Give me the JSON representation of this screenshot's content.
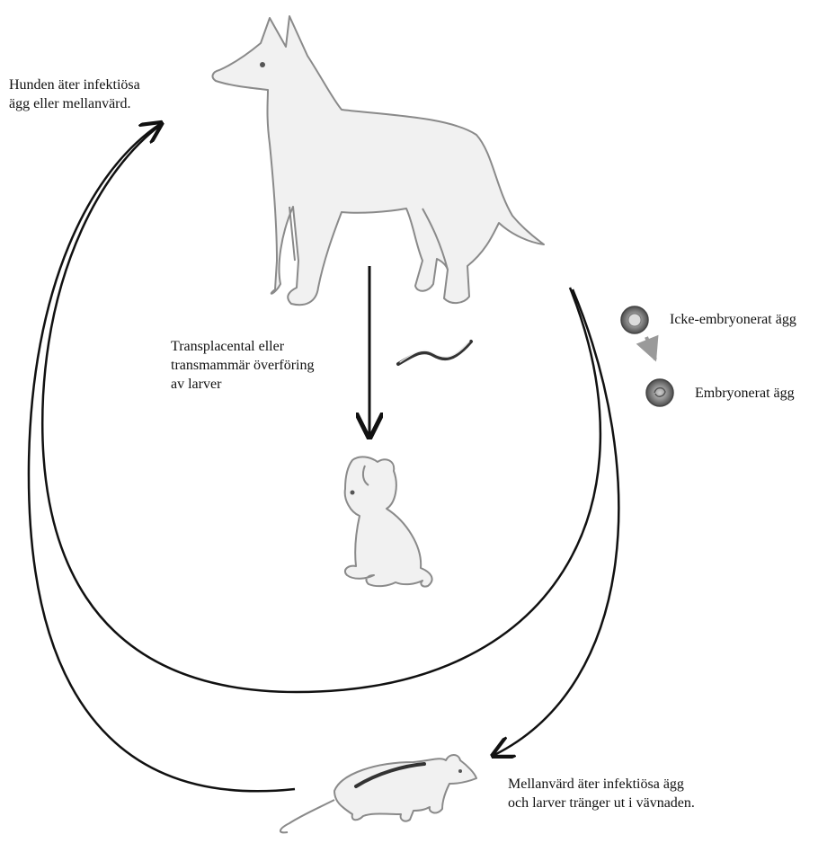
{
  "labels": {
    "dog_eats": [
      "Hunden äter infektiösa",
      "ägg eller mellanvärd."
    ],
    "transfer": [
      "Transplacental eller",
      "transmammär överföring",
      "av larver"
    ],
    "egg_unembryonated": "Icke-embryonerat ägg",
    "egg_embryonated": "Embryonerat ägg",
    "intermediate_host": [
      "Mellanvärd äter infektiösa ägg",
      "och larver tränger ut i vävnaden."
    ]
  },
  "colors": {
    "ink": "#111111",
    "sketch": "#8a8a8a",
    "sketch_fill": "#f1f1f1",
    "egg_shell": "#6e6e6e",
    "egg_arrow": "#9a9a9a"
  },
  "icons": {
    "adult_dog": "dog-drawing",
    "puppy": "puppy-drawing",
    "rat": "rat-drawing",
    "larva": "larva-worm",
    "egg": "egg-icon"
  }
}
